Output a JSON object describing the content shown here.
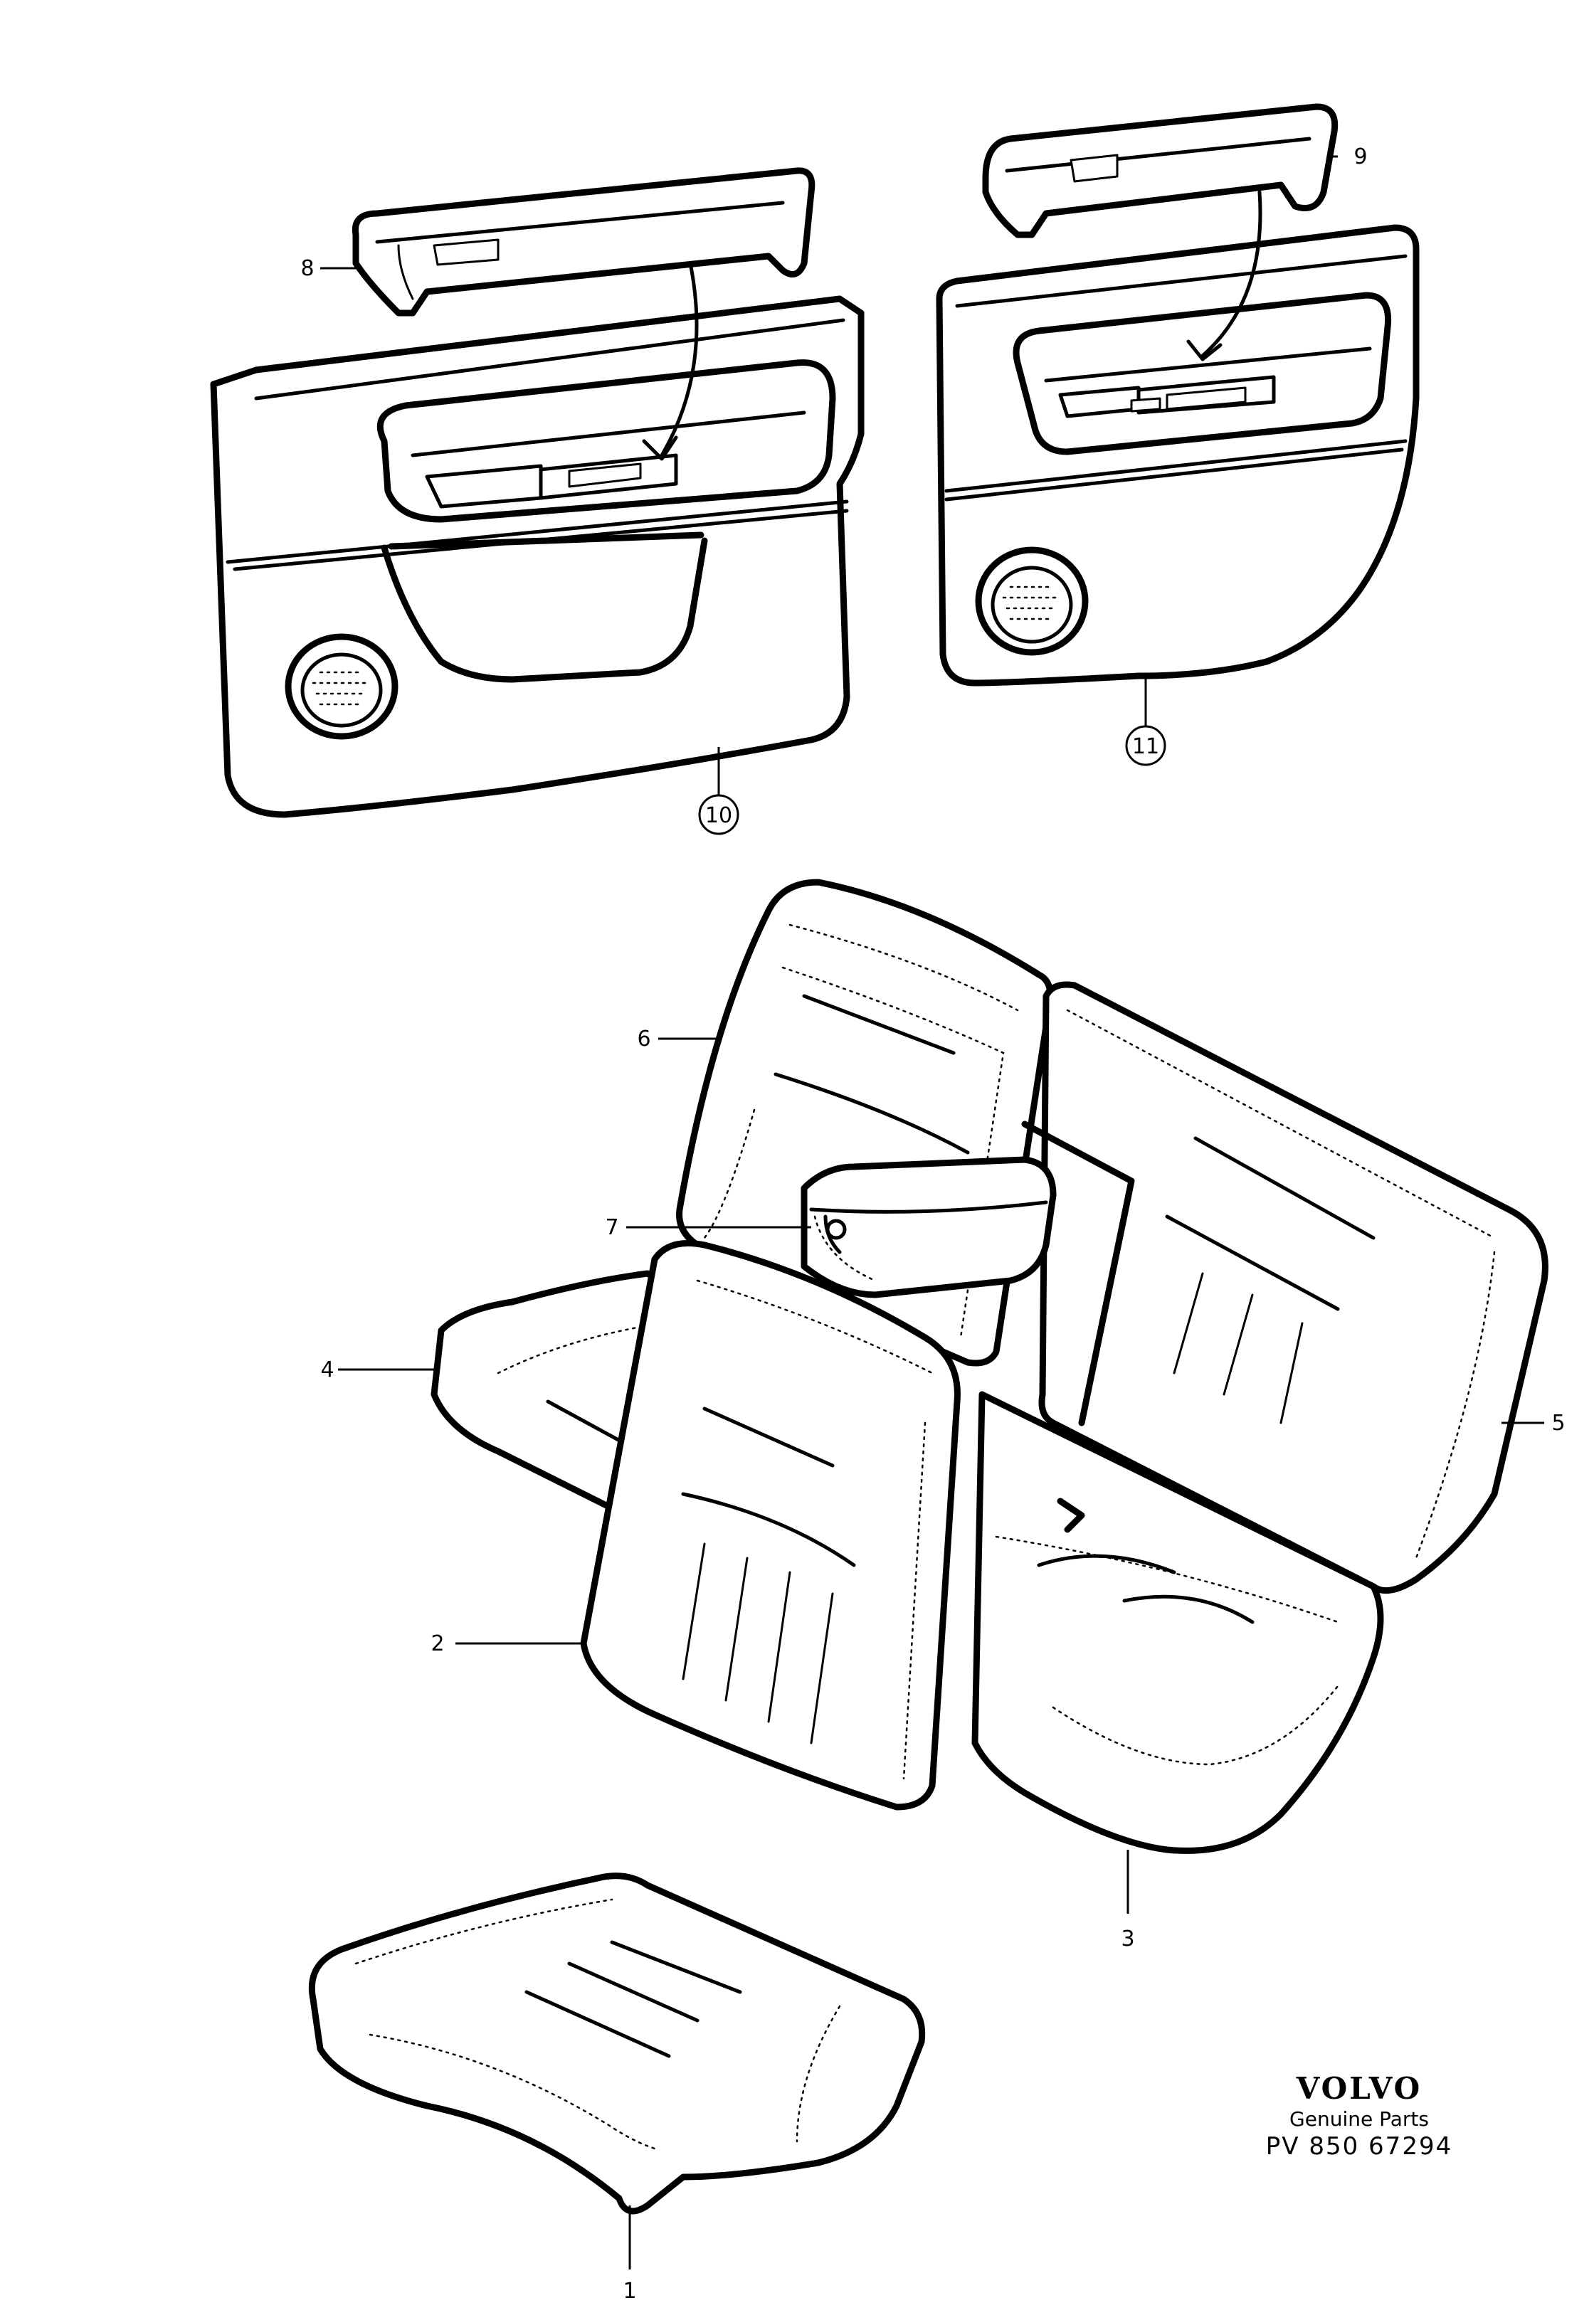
{
  "callouts": {
    "c1": "1",
    "c2": "2",
    "c3": "3",
    "c4": "4",
    "c5": "5",
    "c6": "6",
    "c7": "7",
    "c8": "8",
    "c9": "9",
    "c10": "10",
    "c11": "11"
  },
  "footer": {
    "brand": "VOLVO",
    "tagline": "Genuine Parts",
    "code": "PV 850 67294"
  }
}
